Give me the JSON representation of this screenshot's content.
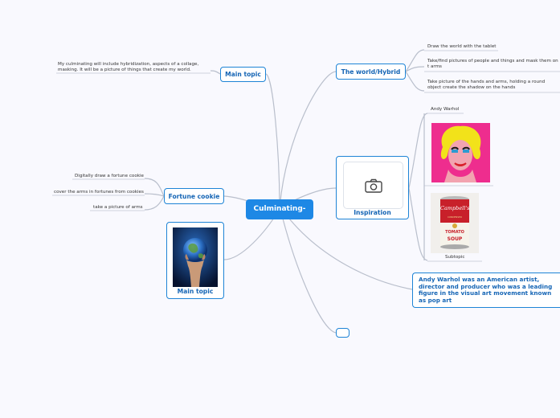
{
  "central": {
    "label": "Culminating-"
  },
  "left_main_topic": {
    "label": "Main topic",
    "note": "My culminating will include hybridization, aspects of a collage, masking. It will be a picture of things that create my world."
  },
  "fortune_cookie": {
    "label": "Fortune cookie",
    "subtopics": [
      "Digitally draw a fortune cookie",
      "cover the arms in fortunes from cookies",
      "take a picture of arms"
    ]
  },
  "image_topic": {
    "label": "Main topic",
    "image": "hand-holding-earth"
  },
  "world_hybrid": {
    "label": "The world/Hybrid",
    "subtopics": [
      "Draw the world with the tablet",
      "Take/find pictures of people and things and mask them on t arms",
      "Take picture of the hands and arms, holding a round object create the shadow on the hands"
    ]
  },
  "inspiration": {
    "label": "Inspiration",
    "icon": "camera-icon",
    "artist_label": "Andy Warhol",
    "subtopic_label": "Subtopic",
    "images": [
      "marilyn-pop-art",
      "campbells-soup-can"
    ],
    "soup_can_text": [
      "Campbell's",
      "CONDENSED",
      "TOMATO",
      "SOUP"
    ]
  },
  "warhol_note": "Andy Warhol was an American artist, director and producer who was a leading figure in the visual art movement known as pop art",
  "empty_topic": {
    "label": ""
  },
  "colors": {
    "accent": "#1e88e5",
    "node_border": "#1e84d6",
    "text_blue": "#1565b5",
    "connector": "#b9bfcc",
    "background": "#f9f9fe"
  }
}
